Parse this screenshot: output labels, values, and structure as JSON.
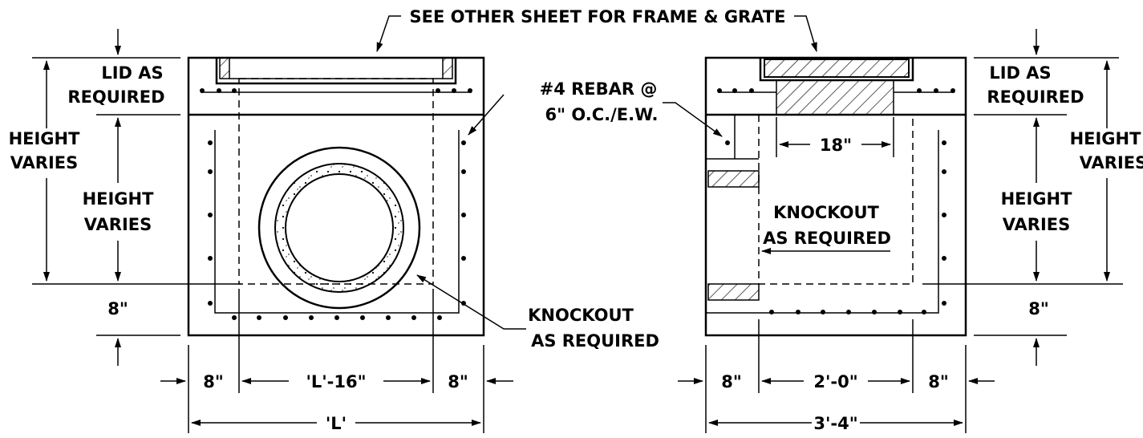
{
  "callouts": {
    "frame_grate": "SEE OTHER SHEET FOR FRAME & GRATE",
    "rebar_line1": "#4 REBAR @",
    "rebar_line2": "6\" O.C./E.W."
  },
  "left_view": {
    "lid_line1": "LID AS",
    "lid_line2": "REQUIRED",
    "height_outer_line1": "HEIGHT",
    "height_outer_line2": "VARIES",
    "height_inner_line1": "HEIGHT",
    "height_inner_line2": "VARIES",
    "floor_thickness": "8\"",
    "knockout_line1": "KNOCKOUT",
    "knockout_line2": "AS REQUIRED",
    "wall_left": "8\"",
    "inner_width": "'L'-16\"",
    "wall_right": "8\"",
    "overall_width": "'L'"
  },
  "right_view": {
    "lid_line1": "LID AS",
    "lid_line2": "REQUIRED",
    "height_outer_line1": "HEIGHT",
    "height_outer_line2": "VARIES",
    "height_inner_line1": "HEIGHT",
    "height_inner_line2": "VARIES",
    "floor_thickness": "8\"",
    "opening_width": "18\"",
    "knockout_line1": "KNOCKOUT",
    "knockout_line2": "AS REQUIRED",
    "wall_left": "8\"",
    "inner_width": "2'-0\"",
    "wall_right": "8\"",
    "overall_width": "3'-4\""
  }
}
